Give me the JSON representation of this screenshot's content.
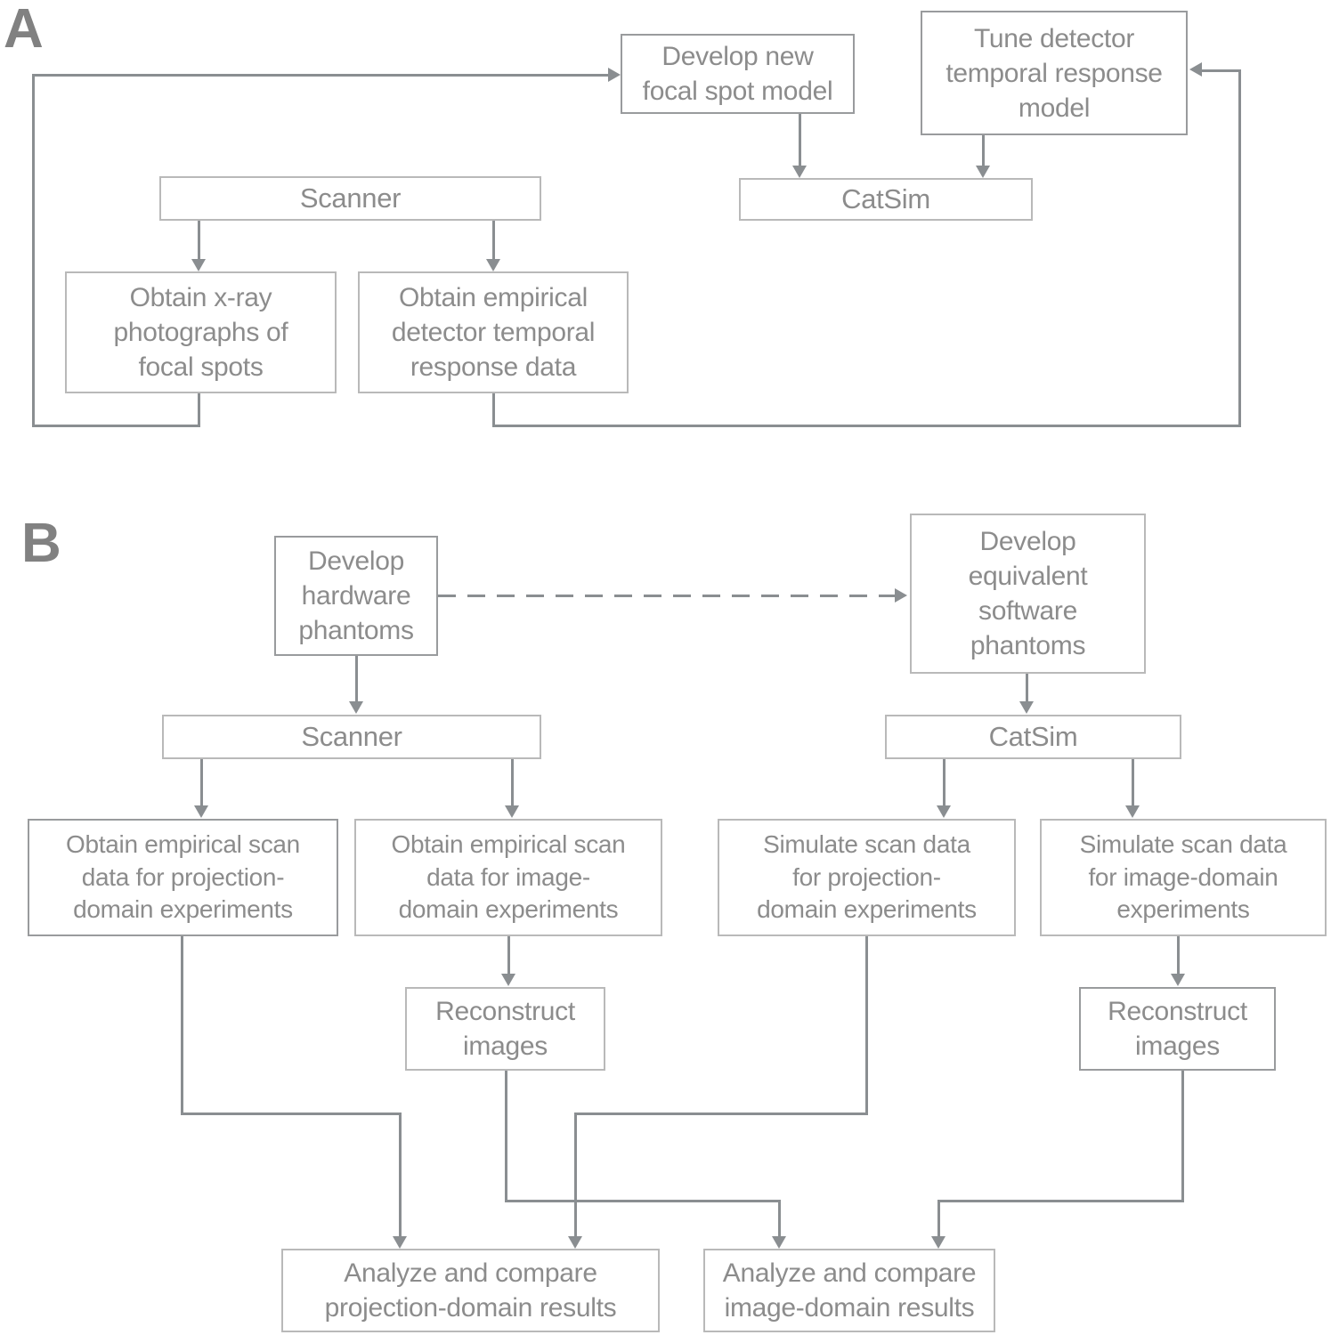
{
  "panel_a": {
    "label": "A",
    "boxes": {
      "develop_focal_spot": "Develop new\nfocal spot model",
      "tune_detector": "Tune detector\ntemporal response\nmodel",
      "scanner": "Scanner",
      "catsim": "CatSim",
      "obtain_xray": "Obtain x-ray\nphotographs of\nfocal spots",
      "obtain_empirical": "Obtain empirical\ndetector temporal\nresponse data"
    }
  },
  "panel_b": {
    "label": "B",
    "boxes": {
      "develop_hardware": "Develop\nhardware\nphantoms",
      "develop_software": "Develop\nequivalent\nsoftware\nphantoms",
      "scanner": "Scanner",
      "catsim": "CatSim",
      "empirical_projection": "Obtain empirical scan\ndata for projection-\ndomain experiments",
      "empirical_image": "Obtain empirical scan\ndata for image-\ndomain experiments",
      "simulate_projection": "Simulate scan data\nfor projection-\ndomain experiments",
      "simulate_image": "Simulate scan data\nfor image-domain\nexperiments",
      "reconstruct_left": "Reconstruct\nimages",
      "reconstruct_right": "Reconstruct\nimages",
      "analyze_projection": "Analyze and compare\nprojection-domain results",
      "analyze_image": "Analyze and compare\nimage-domain results"
    }
  },
  "colors": {
    "background": "#ffffff",
    "box_border": "#b9b9b9",
    "box_border_dark": "#999b9d",
    "text": "#8c8c8c",
    "line": "#8a8e91",
    "panel_label": "#818181"
  }
}
